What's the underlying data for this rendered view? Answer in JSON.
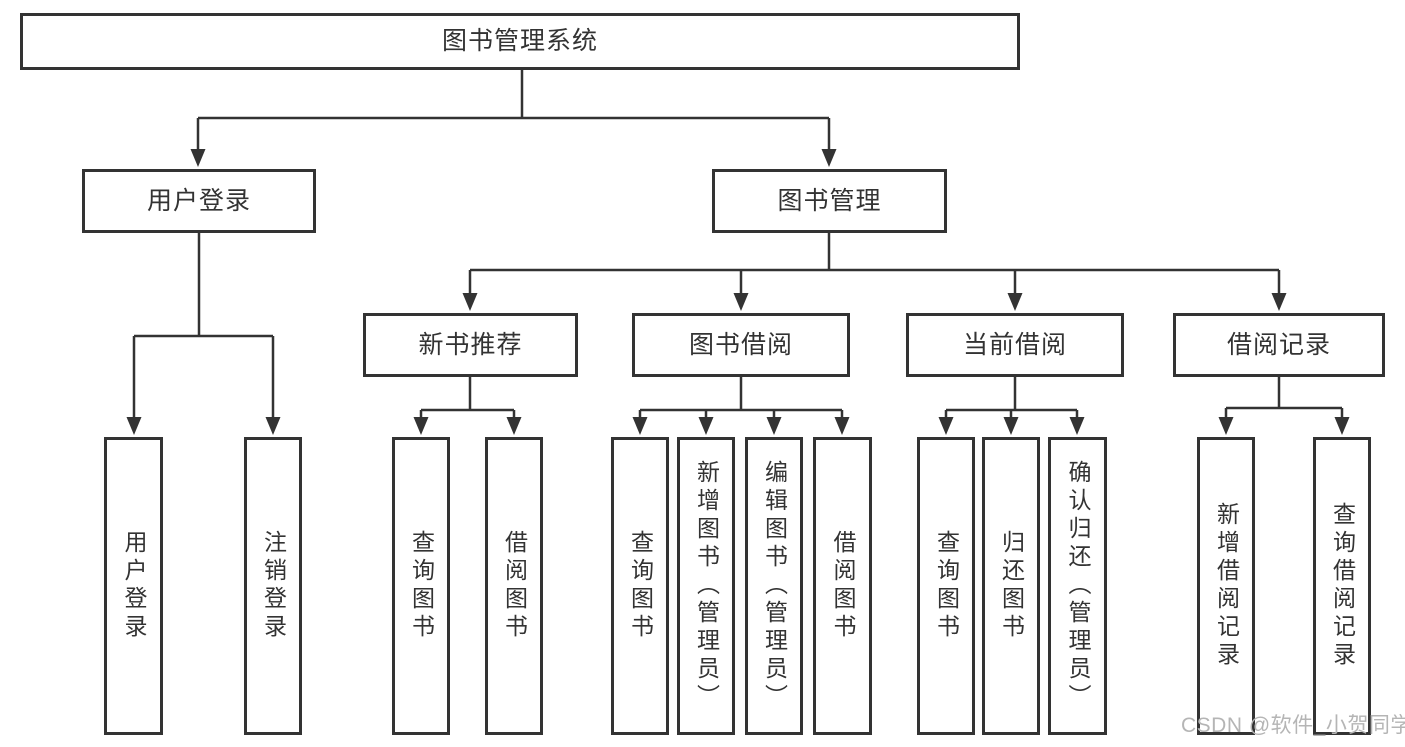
{
  "diagram": {
    "type": "hierarchy-tree",
    "nodes": {
      "root": {
        "label": "图书管理系统"
      },
      "user_login": {
        "label": "用户登录"
      },
      "book_mgmt": {
        "label": "图书管理"
      },
      "new_book_rec": {
        "label": "新书推荐"
      },
      "book_borrow": {
        "label": "图书借阅"
      },
      "current_borrow": {
        "label": "当前借阅"
      },
      "borrow_records": {
        "label": "借阅记录"
      },
      "ul_login": {
        "label": "用户登录"
      },
      "ul_logout": {
        "label": "注销登录"
      },
      "rec_query": {
        "label": "查询图书"
      },
      "rec_borrow": {
        "label": "借阅图书"
      },
      "bb_query": {
        "label": "查询图书"
      },
      "bb_add": {
        "label": "新增图书（管理员）"
      },
      "bb_edit": {
        "label": "编辑图书（管理员）"
      },
      "bb_borrow": {
        "label": "借阅图书"
      },
      "cb_query": {
        "label": "查询图书"
      },
      "cb_return": {
        "label": "归还图书"
      },
      "cb_confirm": {
        "label": "确认归还（管理员）"
      },
      "br_add": {
        "label": "新增借阅记录"
      },
      "br_query": {
        "label": "查询借阅记录"
      }
    },
    "edges": [
      [
        "root",
        "user_login"
      ],
      [
        "root",
        "book_mgmt"
      ],
      [
        "user_login",
        "ul_login"
      ],
      [
        "user_login",
        "ul_logout"
      ],
      [
        "book_mgmt",
        "new_book_rec"
      ],
      [
        "book_mgmt",
        "book_borrow"
      ],
      [
        "book_mgmt",
        "current_borrow"
      ],
      [
        "book_mgmt",
        "borrow_records"
      ],
      [
        "new_book_rec",
        "rec_query"
      ],
      [
        "new_book_rec",
        "rec_borrow"
      ],
      [
        "book_borrow",
        "bb_query"
      ],
      [
        "book_borrow",
        "bb_add"
      ],
      [
        "book_borrow",
        "bb_edit"
      ],
      [
        "book_borrow",
        "bb_borrow"
      ],
      [
        "current_borrow",
        "cb_query"
      ],
      [
        "current_borrow",
        "cb_return"
      ],
      [
        "current_borrow",
        "cb_confirm"
      ],
      [
        "borrow_records",
        "br_add"
      ],
      [
        "borrow_records",
        "br_query"
      ]
    ]
  },
  "watermark": {
    "text": "CSDN @软件_小贺同学"
  },
  "colors": {
    "line": "#333333",
    "text": "#333333",
    "box_bg": "#ffffff",
    "watermark": "#b5b5b5"
  }
}
